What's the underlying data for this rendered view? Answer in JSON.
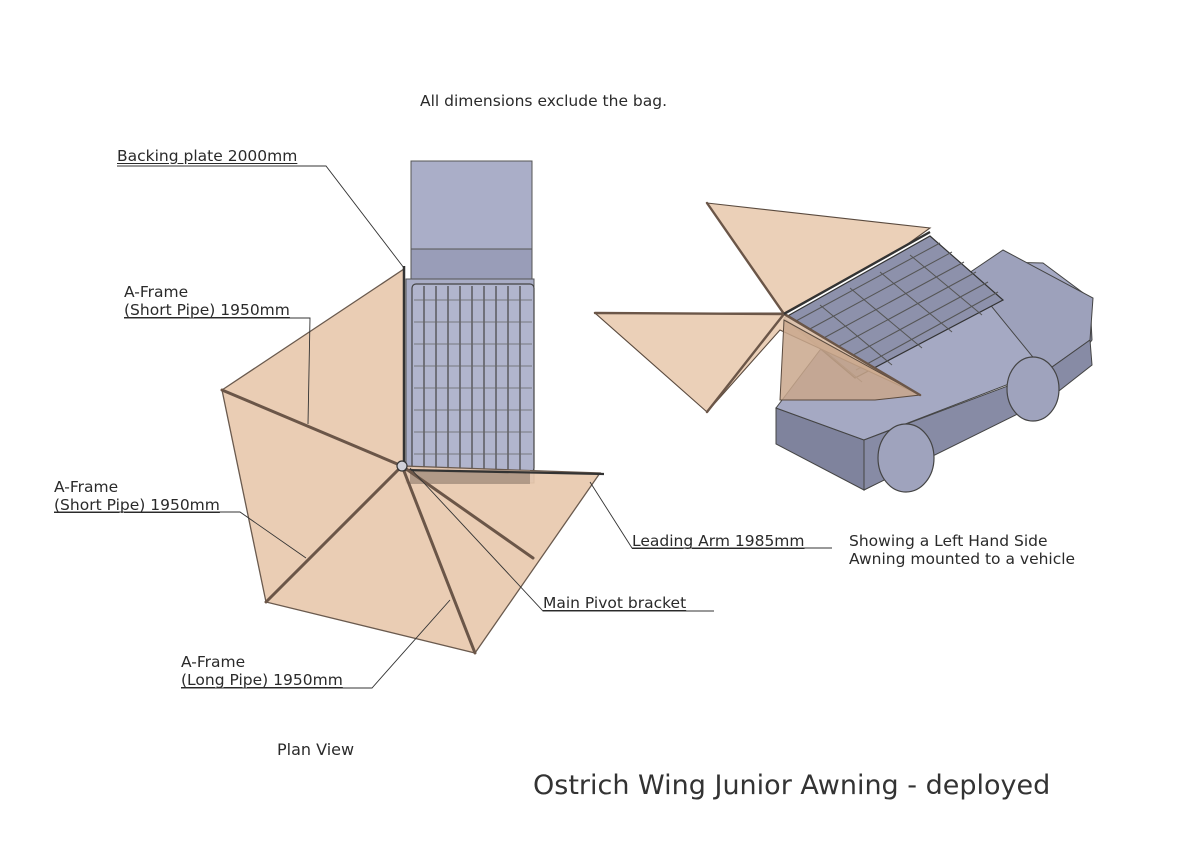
{
  "header_note": "All dimensions exclude the bag.",
  "labels": {
    "backing_plate": "Backing plate 2000mm",
    "aframe_short_1": {
      "line1": "A-Frame",
      "line2": "(Short Pipe) 1950mm"
    },
    "aframe_short_2": {
      "line1": "A-Frame",
      "line2": "(Short Pipe) 1950mm"
    },
    "aframe_long": {
      "line1": "A-Frame",
      "line2": "(Long Pipe) 1950mm"
    },
    "leading_arm": "Leading Arm 1985mm",
    "main_pivot": "Main Pivot bracket"
  },
  "caption": {
    "line1": "Showing a Left Hand Side",
    "line2": "Awning mounted to a vehicle"
  },
  "view_label": "Plan View",
  "title": "Ostrich Wing Junior Awning - deployed",
  "colors": {
    "awning_fill": "#e8c9ae",
    "awning_edge": "#5a4a3e",
    "vehicle_body": "#a7abc6",
    "vehicle_dark": "#8f93ad",
    "rack": "#7c8098",
    "line": "#333333"
  }
}
